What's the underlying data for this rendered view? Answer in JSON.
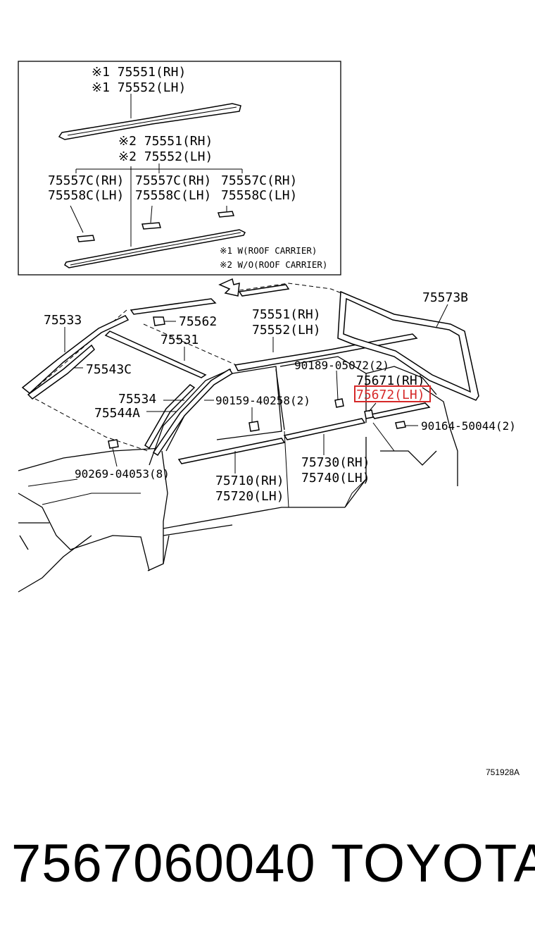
{
  "inset": {
    "roof_rail_w": [
      "※1 75551(RH)",
      "※1 75552(LH)"
    ],
    "roof_rail_wo": [
      "※2 75551(RH)",
      "※2 75552(LH)"
    ],
    "clip_cols": [
      [
        "75557C(RH)",
        "75558C(LH)"
      ],
      [
        "75557C(RH)",
        "75558C(LH)"
      ],
      [
        "75557C(RH)",
        "75558C(LH)"
      ]
    ],
    "notes": [
      "※1 W(ROOF CARRIER)",
      "※2 W/O(ROOF CARRIER)"
    ]
  },
  "labels": {
    "p75573B": "75573B",
    "p75533": "75533",
    "p75562": "75562",
    "p75551": [
      "75551(RH)",
      "75552(LH)"
    ],
    "p75531": "75531",
    "p90189": "90189-05072(2)",
    "p75543C": "75543C",
    "p75671": "75671(RH)",
    "p75672": "75672(LH)",
    "p75534": "75534",
    "p90159": "90159-40258(2)",
    "p75544A": "75544A",
    "p90164": "90164-50044(2)",
    "p90269": "90269-04053(8)",
    "p75730": [
      "75730(RH)",
      "75740(LH)"
    ],
    "p75710": [
      "75710(RH)",
      "75720(LH)"
    ]
  },
  "highlight_color": "#d62828",
  "diagram_ref": "751928A",
  "part_number": "7567060040",
  "brand": "TOYOTA"
}
